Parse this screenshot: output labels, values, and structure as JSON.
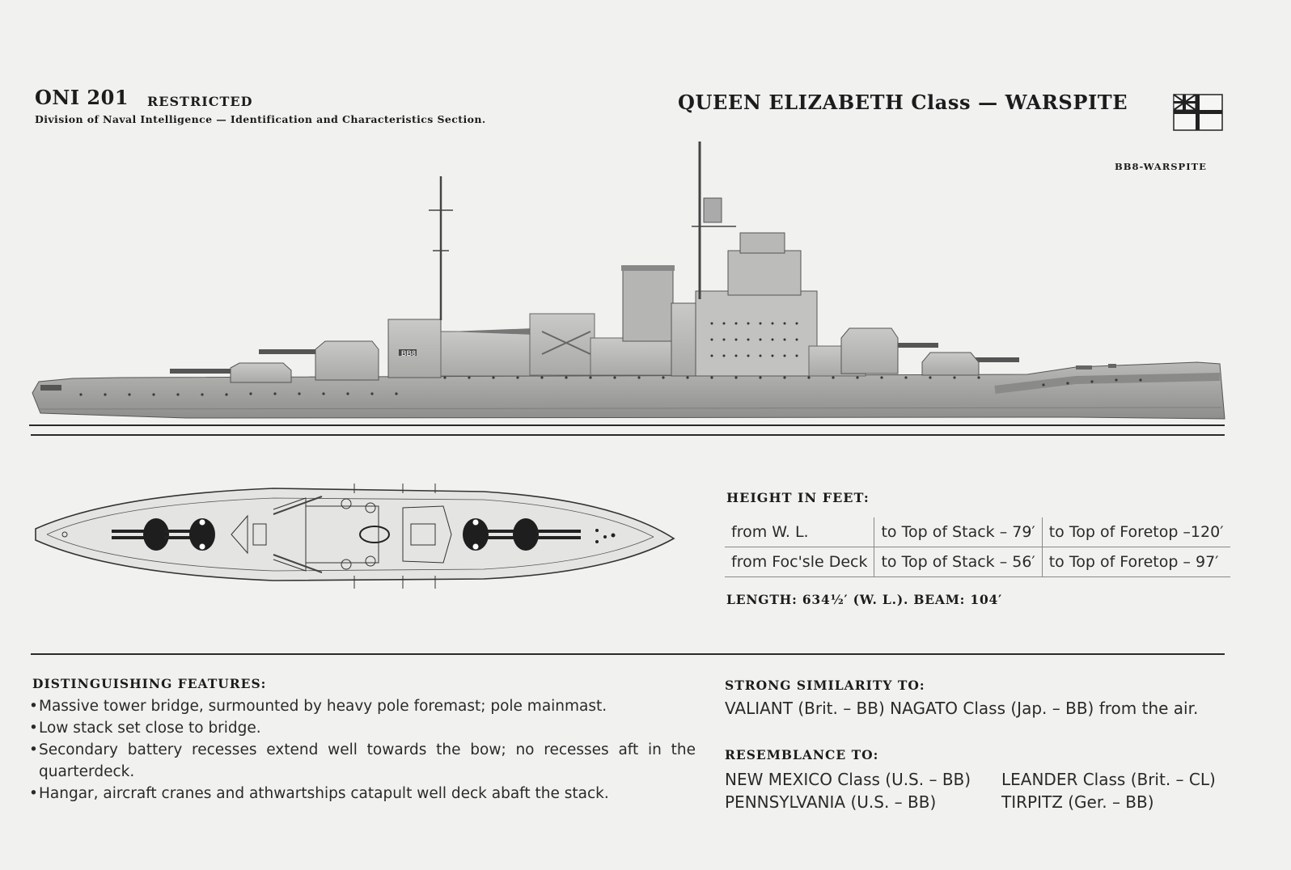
{
  "header": {
    "doc_id": "ONI 201",
    "classification": "RESTRICTED",
    "division": "Division of Naval Intelligence — Identification and Characteristics Section.",
    "ship_title": "QUEEN ELIZABETH Class — WARSPITE",
    "ref_code": "BB8-WARSPITE",
    "ensign_icon": "white-ensign-flag-icon"
  },
  "drawings": {
    "hull_number_marking": "BB8"
  },
  "heights": {
    "heading": "HEIGHT IN FEET:",
    "rows": [
      [
        "from W. L.",
        "to Top of Stack – 79′",
        "to Top of Foretop –120′"
      ],
      [
        "from Foc'sle Deck",
        "to Top of Stack – 56′",
        "to Top of Foretop – 97′"
      ]
    ]
  },
  "dimensions": {
    "line": "LENGTH: 634½′ (W. L.).   BEAM: 104′"
  },
  "features": {
    "heading": "DISTINGUISHING FEATURES:",
    "items": [
      "Massive tower bridge, surmounted by heavy pole foremast; pole mainmast.",
      "Low stack set close to bridge.",
      "Secondary battery recesses extend well towards the bow; no recesses aft in the quarterdeck.",
      "Hangar, aircraft cranes and athwartships catapult well deck abaft the stack."
    ]
  },
  "similarity": {
    "heading": "STRONG SIMILARITY TO:",
    "text": "VALIANT (Brit. – BB)  NAGATO Class (Jap. – BB) from the air."
  },
  "resemblance": {
    "heading": "RESEMBLANCE TO:",
    "items": [
      "NEW MEXICO Class (U.S. – BB)",
      "LEANDER Class (Brit. – CL)",
      "PENNSYLVANIA (U.S. – BB)",
      "TIRPITZ (Ger. – BB)"
    ]
  }
}
